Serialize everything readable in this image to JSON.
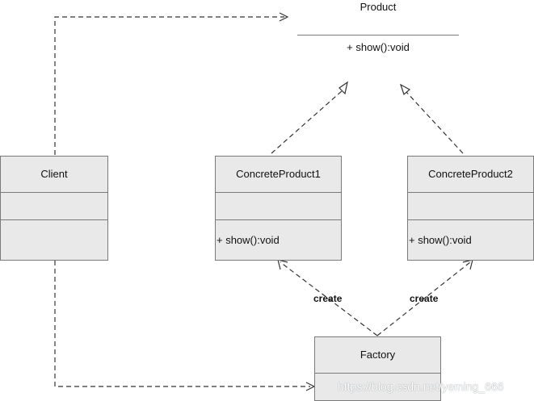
{
  "product": {
    "name": "Product",
    "method": "+ show():void"
  },
  "client": {
    "name": "Client"
  },
  "concrete1": {
    "name": "ConcreteProduct1",
    "method": "+ show():void"
  },
  "concrete2": {
    "name": "ConcreteProduct2",
    "method": "+ show():void"
  },
  "factory": {
    "name": "Factory"
  },
  "edges": {
    "create_label_1": "create",
    "create_label_2": "create"
  },
  "watermark": "https://blog.csdn.net/yeming_666",
  "colors": {
    "line": "#333333",
    "box_fill": "#e9e9e9",
    "box_border": "#7a7a7a"
  }
}
